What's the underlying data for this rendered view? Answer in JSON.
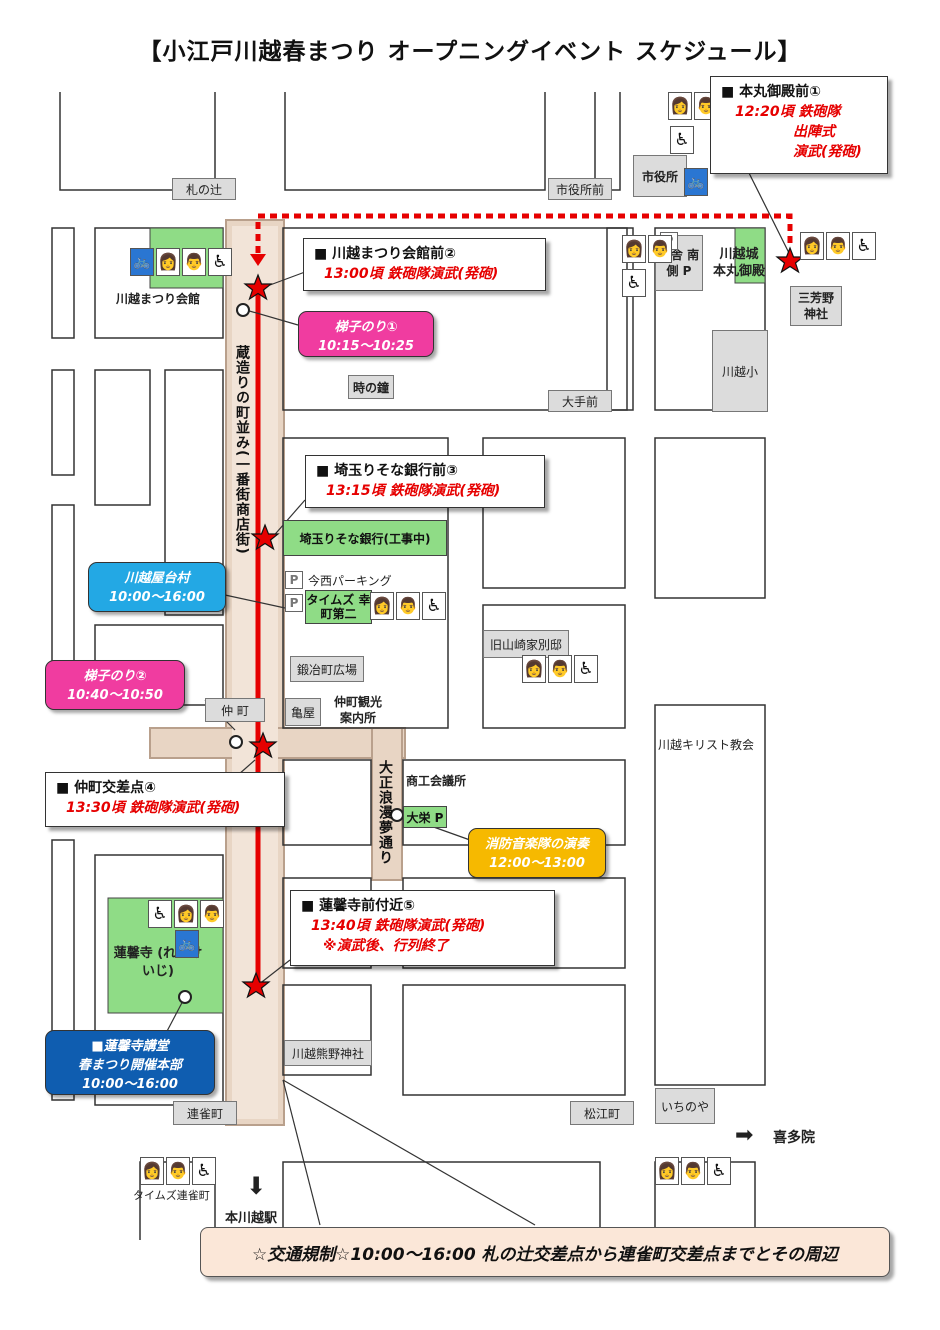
{
  "title": "【小江戸川越春まつり オープニングイベント スケジュール】",
  "colors": {
    "route": "#e60000",
    "road_band": "#e8d5c4",
    "building": "#8fdc86",
    "accent_pink": "#f03ca0",
    "accent_blue": "#23a8e4",
    "accent_navy": "#0f5db0",
    "accent_orange": "#f6b900"
  },
  "intersections": {
    "fuda_no_tsuji": "札の辻",
    "shiyakusho_mae": "市役所前",
    "ote_mae": "大手前",
    "nakacho": "仲 町",
    "renjakucho": "連雀町",
    "matsuecho": "松江町"
  },
  "streets": {
    "ichibangai": "蔵造りの町並み(一番街商店街)",
    "taisho_roman": "大正浪漫夢通り"
  },
  "buildings": {
    "matsuri_kaikan": "川越まつり会館",
    "toki_no_kane": "時の鐘",
    "saitama_resona": "埼玉りそな銀行(工事中)",
    "imanishi_parking": "今西パーキング",
    "times_saiwaicho": "タイムズ 幸町第二",
    "kajimachi_hiroba": "鍛冶町広場",
    "kameya": "亀屋",
    "nakacho_kanko": "仲町観光 案内所",
    "shoko_kaigisho": "商工会議所",
    "daisho_p": "大栄 P",
    "renkeiji": "蓮馨寺 (れんけいじ)",
    "kawagoe_kumano": "川越熊野神社",
    "ichinoya": "いちのや",
    "kawagoe_kirisuto": "川越キリスト教会",
    "kyuyamazaki": "旧山崎家別邸",
    "kawagoe_sho": "川越小",
    "shiyakusho": "市役所",
    "chosha_minami_p": "庁舎 南側 P",
    "kawagoe_honmaru": "川越城 本丸御殿",
    "miyoshino": "三芳野 神社",
    "times_renjakucho": "タイムズ連雀町",
    "hon_kawagoe": "本川越駅",
    "kitain": "喜多院"
  },
  "stations": [
    {
      "header": "■ 本丸御殿前①",
      "lines": [
        "12:20頃 鉄砲隊",
        "出陣式",
        "演武(発砲)"
      ]
    },
    {
      "header": "■ 川越まつり会館前②",
      "lines": [
        "13:00頃 鉄砲隊演武(発砲)"
      ]
    },
    {
      "header": "■ 埼玉りそな銀行前③",
      "lines": [
        "13:15頃 鉄砲隊演武(発砲)"
      ]
    },
    {
      "header": "■ 仲町交差点④",
      "lines": [
        "13:30頃 鉄砲隊演武(発砲)"
      ]
    },
    {
      "header": "■ 蓮馨寺前付近⑤",
      "lines": [
        "13:40頃 鉄砲隊演武(発砲)",
        "※演武後、行列終了"
      ]
    }
  ],
  "events": {
    "hashigo1": {
      "name": "梯子のり①",
      "time": "10:15～10:25"
    },
    "hashigo2": {
      "name": "梯子のり②",
      "time": "10:40～10:50"
    },
    "yataimura": {
      "name": "川越屋台村",
      "time": "10:00～16:00"
    },
    "shobo": {
      "name": "消防音楽隊の演奏",
      "time": "12:00～13:00"
    },
    "honbu": {
      "name1": "■蓮馨寺講堂",
      "name2": "春まつり開催本部",
      "time": "10:00～16:00"
    }
  },
  "icons": {
    "men": "man-icon",
    "women": "woman-icon",
    "wheelchair": "wheelchair-icon",
    "bicycle": "bicycle-icon",
    "parking": "parking-icon",
    "star": "star-icon",
    "arrow": "arrow-icon"
  },
  "glyphs": {
    "man": "👨",
    "woman": "👩",
    "wheelchair": "♿",
    "bike": "🚲",
    "p": "P",
    "arrow_down": "⬇",
    "arrow_right": "➡"
  },
  "traffic_notice": "☆交通規制☆10:00～16:00 札の辻交差点から連雀町交差点までとその周辺"
}
